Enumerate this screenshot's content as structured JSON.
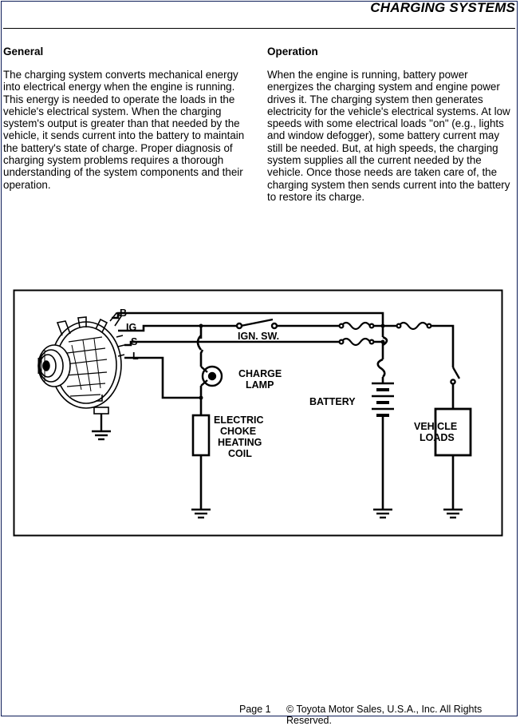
{
  "header": {
    "title": "CHARGING SYSTEMS"
  },
  "general": {
    "heading": "General",
    "body": "The charging system converts mechanical energy into electrical energy when the engine is running. This energy is needed to operate the loads in the vehicle's electrical system. When the charging system's output is greater than that needed by the vehicle, it sends current into the battery to maintain the battery's state of charge. Proper diagnosis of charging system problems requires a thorough understanding of the system components and their operation."
  },
  "operation": {
    "heading": "Operation",
    "body": "When the engine is running, battery power energizes the charging system and engine power drives it. The charging system then generates electricity for the vehicle's electrical systems. At low speeds with some electrical loads \"on\" (e.g., lights and window defogger), some battery current may still be needed. But, at high speeds, the charging system supplies all the current needed by the vehicle. Once those needs are taken care of, the charging system then sends current into the battery to restore its charge."
  },
  "diagram": {
    "terminals": {
      "b": "B",
      "ig": "IG",
      "s": "S",
      "l": "L"
    },
    "ign_switch": "IGN. SW.",
    "charge_lamp": [
      "CHARGE",
      "LAMP"
    ],
    "choke_coil": [
      "ELECTRIC",
      "CHOKE",
      "HEATING",
      "COIL"
    ],
    "battery": "BATTERY",
    "vehicle_loads": [
      "VEHICLE",
      "LOADS"
    ],
    "icons": [
      "alternator-icon",
      "ground-icon",
      "fuse-icon",
      "lamp-icon",
      "resistor-icon",
      "battery-icon",
      "switch-icon"
    ]
  },
  "footer": {
    "page": "Page 1",
    "copyright": "© Toyota Motor Sales, U.S.A., Inc. All Rights Reserved."
  }
}
